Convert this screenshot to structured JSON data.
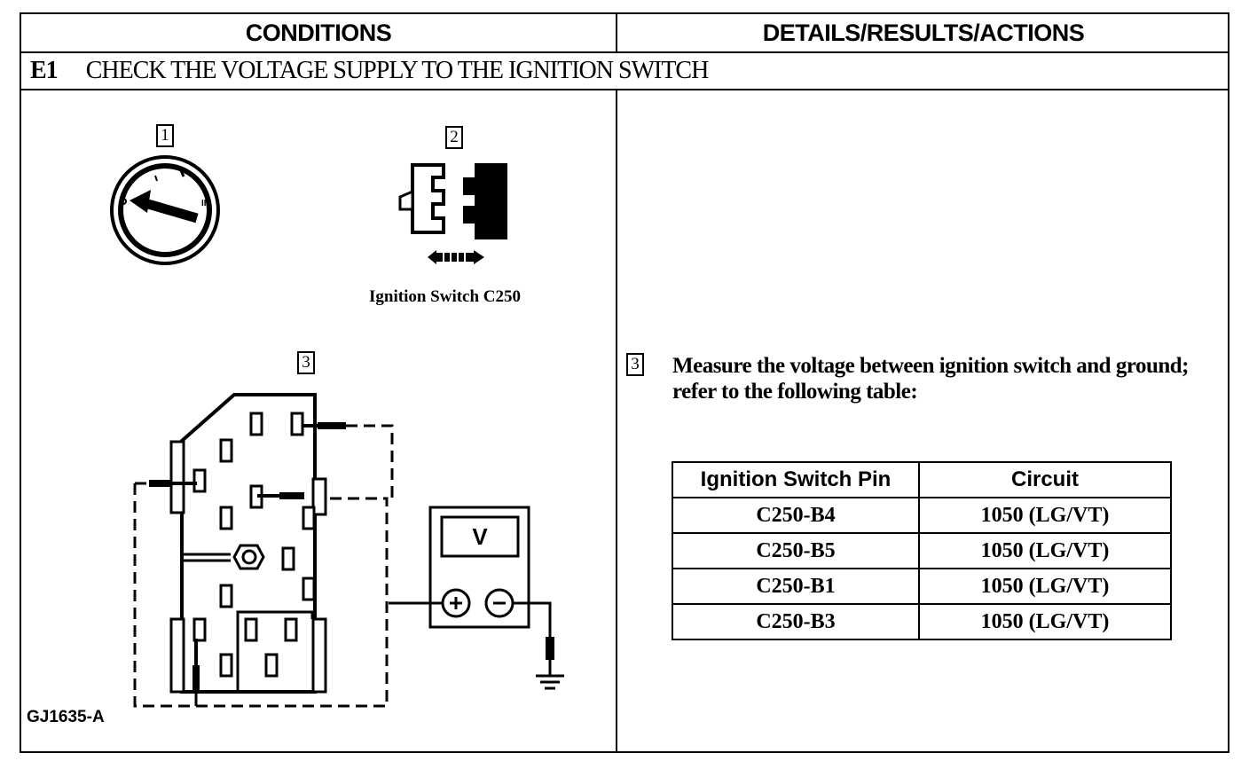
{
  "header": {
    "conditions": "CONDITIONS",
    "details": "DETAILS/RESULTS/ACTIONS"
  },
  "step": {
    "code": "E1",
    "title": "CHECK THE VOLTAGE SUPPLY TO THE IGNITION SWITCH"
  },
  "figure": {
    "callout_1": "1",
    "callout_2": "2",
    "callout_3": "3",
    "connector_caption": "Ignition Switch C250",
    "meter_label": "V",
    "figure_id": "GJ1635-A"
  },
  "instruction": {
    "callout": "3",
    "text": "Measure the voltage between ignition switch and ground; refer to the following table:"
  },
  "pin_table": {
    "headers": [
      "Ignition Switch Pin",
      "Circuit"
    ],
    "rows": [
      [
        "C250-B4",
        "1050 (LG/VT)"
      ],
      [
        "C250-B5",
        "1050 (LG/VT)"
      ],
      [
        "C250-B1",
        "1050 (LG/VT)"
      ],
      [
        "C250-B3",
        "1050 (LG/VT)"
      ]
    ]
  }
}
